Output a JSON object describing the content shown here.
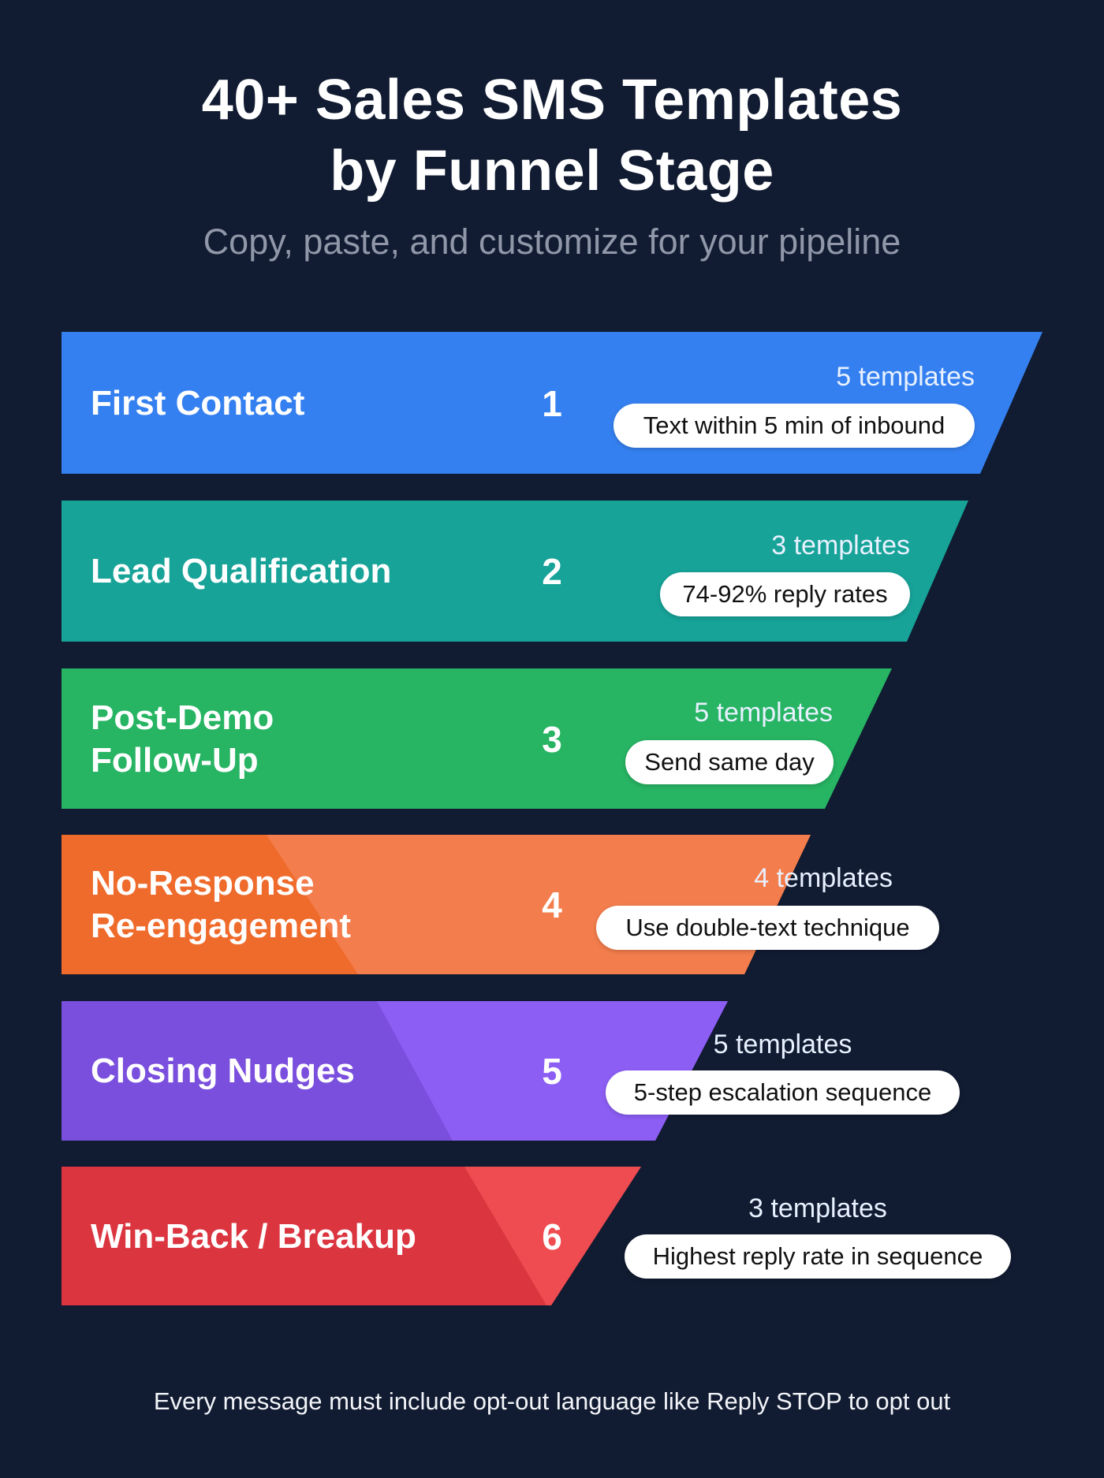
{
  "header": {
    "title_line1": "40+ Sales SMS Templates",
    "title_line2": "by Funnel Stage",
    "subtitle": "Copy, paste, and customize for your pipeline"
  },
  "stages": [
    {
      "number": "1",
      "label_line1": "First Contact",
      "label_line2": "",
      "count": "5 templates",
      "tip": "Text within 5 min of inbound",
      "color": "#3580f0",
      "accent": "#3580f0"
    },
    {
      "number": "2",
      "label_line1": "Lead Qualification",
      "label_line2": "",
      "count": "3 templates",
      "tip": "74-92% reply rates",
      "color": "#17a398",
      "accent": "#1aa99d"
    },
    {
      "number": "3",
      "label_line1": "Post-Demo",
      "label_line2": "Follow-Up",
      "count": "5 templates",
      "tip": "Send same day",
      "color": "#27b463",
      "accent": "#2ab866"
    },
    {
      "number": "4",
      "label_line1": "No-Response",
      "label_line2": "Re-engagement",
      "count": "4 templates",
      "tip": "Use double-text technique",
      "color": "#ef6b2c",
      "accent": "#f37d4c"
    },
    {
      "number": "5",
      "label_line1": "Closing Nudges",
      "label_line2": "",
      "count": "5 templates",
      "tip": "5-step escalation sequence",
      "color": "#7a4fdd",
      "accent": "#8c5ef4"
    },
    {
      "number": "6",
      "label_line1": "Win-Back / Breakup",
      "label_line2": "",
      "count": "3 templates",
      "tip": "Highest reply rate in sequence",
      "color": "#db3540",
      "accent": "#ee4c50"
    }
  ],
  "footer": {
    "note": "Every message must include opt-out language like Reply STOP to opt out"
  },
  "colors": {
    "background": "#111b31",
    "subtitle": "#8f97a8",
    "pill_bg": "#ffffff",
    "pill_text": "#111111"
  }
}
